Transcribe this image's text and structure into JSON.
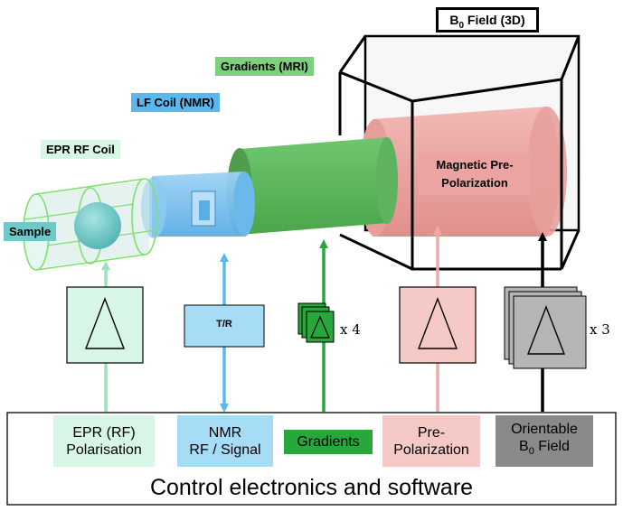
{
  "title_box": {
    "prefix": "B",
    "subscript": "0",
    "suffix": " Field (3D)"
  },
  "labels": {
    "gradients_mri": "Gradients (MRI)",
    "lf_coil": "LF Coil (NMR)",
    "epr_rf_coil": "EPR RF Coil",
    "sample": "Sample",
    "pre_polarization": [
      "Magnetic Pre-",
      "Polarization"
    ]
  },
  "modules": {
    "tr_label": "T/R",
    "gradients_multiplier": "x 4",
    "b0_multiplier": "x 3"
  },
  "controls": [
    {
      "lines": [
        "EPR (RF)",
        "Polarisation"
      ]
    },
    {
      "lines": [
        "NMR",
        "RF / Signal"
      ]
    },
    {
      "lines": [
        "Gradients"
      ]
    },
    {
      "lines": [
        "Pre-",
        "Polarization"
      ]
    },
    {
      "b0": {
        "line1": "Orientable",
        "prefix": "B",
        "subscript": "0",
        "suffix": " Field"
      }
    }
  ],
  "footer": "Control electronics and software",
  "colors": {
    "epr": "#9de0bf",
    "epr_light": "#d8f6e6",
    "nmr": "#5bb8ee",
    "nmr_light": "#a7dcf7",
    "gradients": "#26a83a",
    "gradients_light": "#7ed07e",
    "prepol": "#f0aaa7",
    "prepol_light": "#f5c9c6",
    "b0": "#8a8a8a",
    "b0_light": "#b5b5b5",
    "sample": "#70c9c8"
  }
}
